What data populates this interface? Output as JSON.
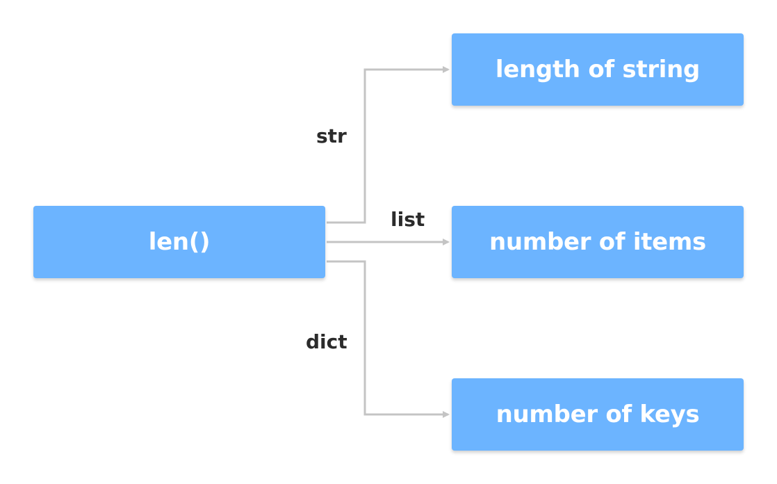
{
  "diagram": {
    "source": {
      "label": "len()"
    },
    "targets": [
      {
        "edge_label": "str",
        "label": "length of string"
      },
      {
        "edge_label": "list",
        "label": "number of items"
      },
      {
        "edge_label": "dict",
        "label": "number of keys"
      }
    ]
  },
  "colors": {
    "node_fill": "#6cb4ff",
    "node_text": "#ffffff",
    "edge_line": "#c4c4c4",
    "edge_label_text": "#2b2b2b",
    "background": "#ffffff"
  }
}
